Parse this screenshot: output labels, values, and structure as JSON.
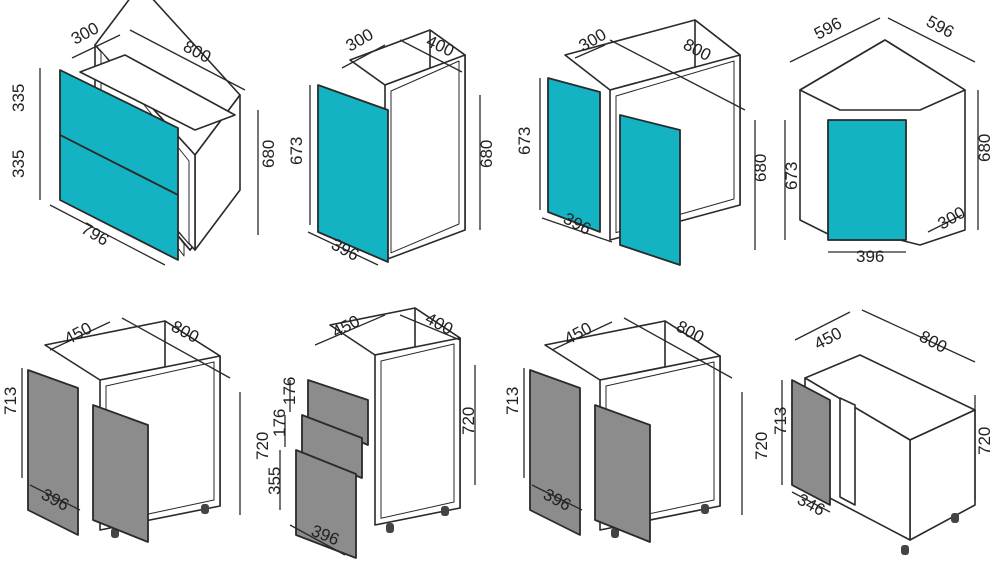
{
  "colors": {
    "upper_door": "#13b3c3",
    "base_door": "#8c8c8c",
    "outline": "#2a2a2a",
    "body": "#ffffff"
  },
  "cabinets": [
    {
      "name": "upper-two-flap",
      "labels": [
        "300",
        "800",
        "335",
        "335",
        "680",
        "796"
      ]
    },
    {
      "name": "upper-single-door",
      "labels": [
        "300",
        "400",
        "673",
        "680",
        "396"
      ]
    },
    {
      "name": "upper-double-door",
      "labels": [
        "300",
        "800",
        "673",
        "680",
        "396"
      ]
    },
    {
      "name": "upper-corner",
      "labels": [
        "596",
        "596",
        "680",
        "673",
        "396",
        "300"
      ]
    },
    {
      "name": "base-double-door",
      "labels": [
        "450",
        "800",
        "713",
        "720",
        "396"
      ]
    },
    {
      "name": "base-drawers",
      "labels": [
        "450",
        "400",
        "176",
        "176",
        "355",
        "720",
        "396"
      ]
    },
    {
      "name": "base-double-door-2",
      "labels": [
        "450",
        "800",
        "713",
        "720",
        "396"
      ]
    },
    {
      "name": "base-corner",
      "labels": [
        "450",
        "800",
        "713",
        "720",
        "346"
      ]
    }
  ]
}
